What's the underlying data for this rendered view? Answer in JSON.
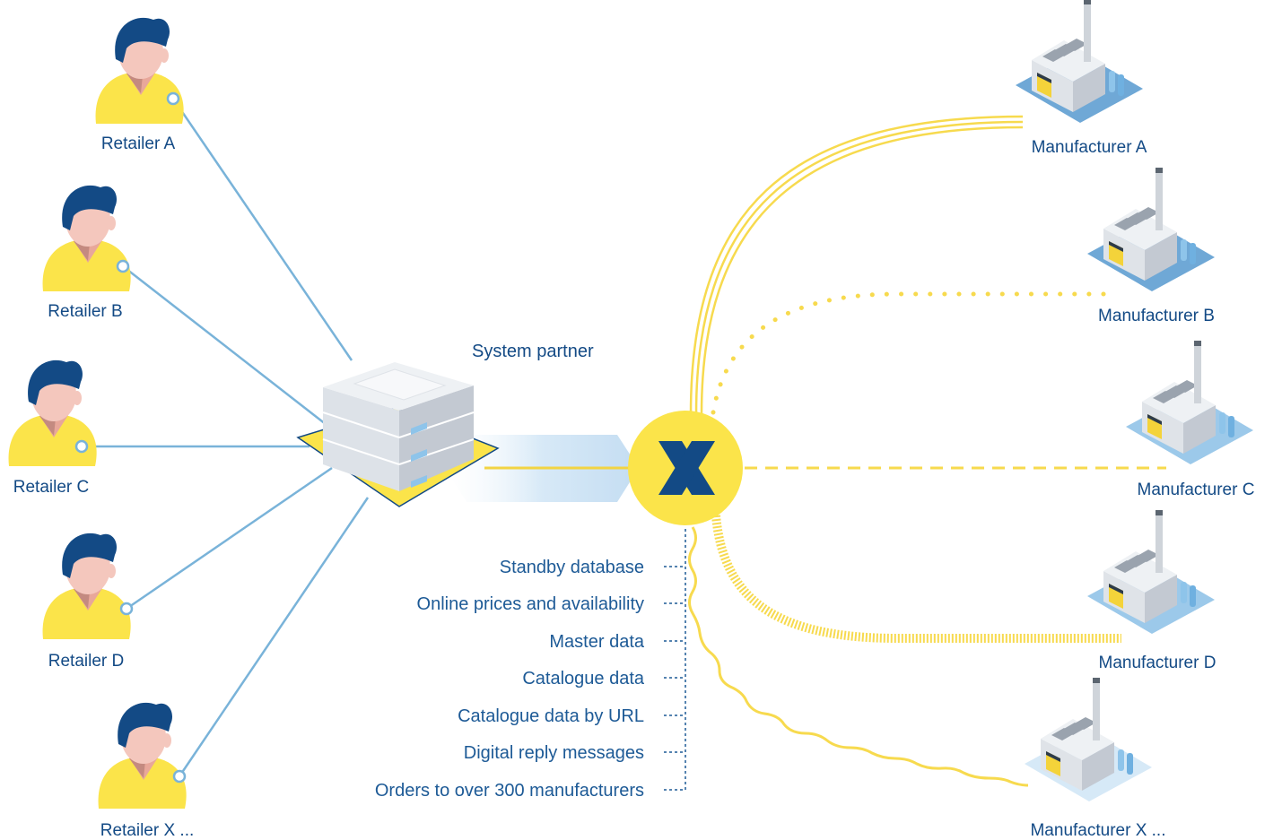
{
  "system_partner": {
    "label": "System partner"
  },
  "hub": {
    "icon": "x-logo-icon",
    "color": "#fbe44a"
  },
  "retailers": [
    {
      "label": "Retailer A"
    },
    {
      "label": "Retailer B"
    },
    {
      "label": "Retailer C"
    },
    {
      "label": "Retailer D"
    },
    {
      "label": "Retailer X ..."
    }
  ],
  "manufacturers": [
    {
      "label": "Manufacturer A",
      "link_style": "solid-triple"
    },
    {
      "label": "Manufacturer B",
      "link_style": "dotted"
    },
    {
      "label": "Manufacturer C",
      "link_style": "dashed"
    },
    {
      "label": "Manufacturer D",
      "link_style": "hatched"
    },
    {
      "label": "Manufacturer X ...",
      "link_style": "wavy"
    }
  ],
  "services": [
    "Standby database",
    "Online prices and availability",
    "Master data",
    "Catalogue data",
    "Catalogue data by URL",
    "Digital reply messages",
    "Orders to over 300 manufacturers"
  ],
  "colors": {
    "brand_blue": "#134a85",
    "retailer_line": "#79b3d9",
    "yellow": "#fbe44a",
    "server_gray": "#c9ced6"
  }
}
